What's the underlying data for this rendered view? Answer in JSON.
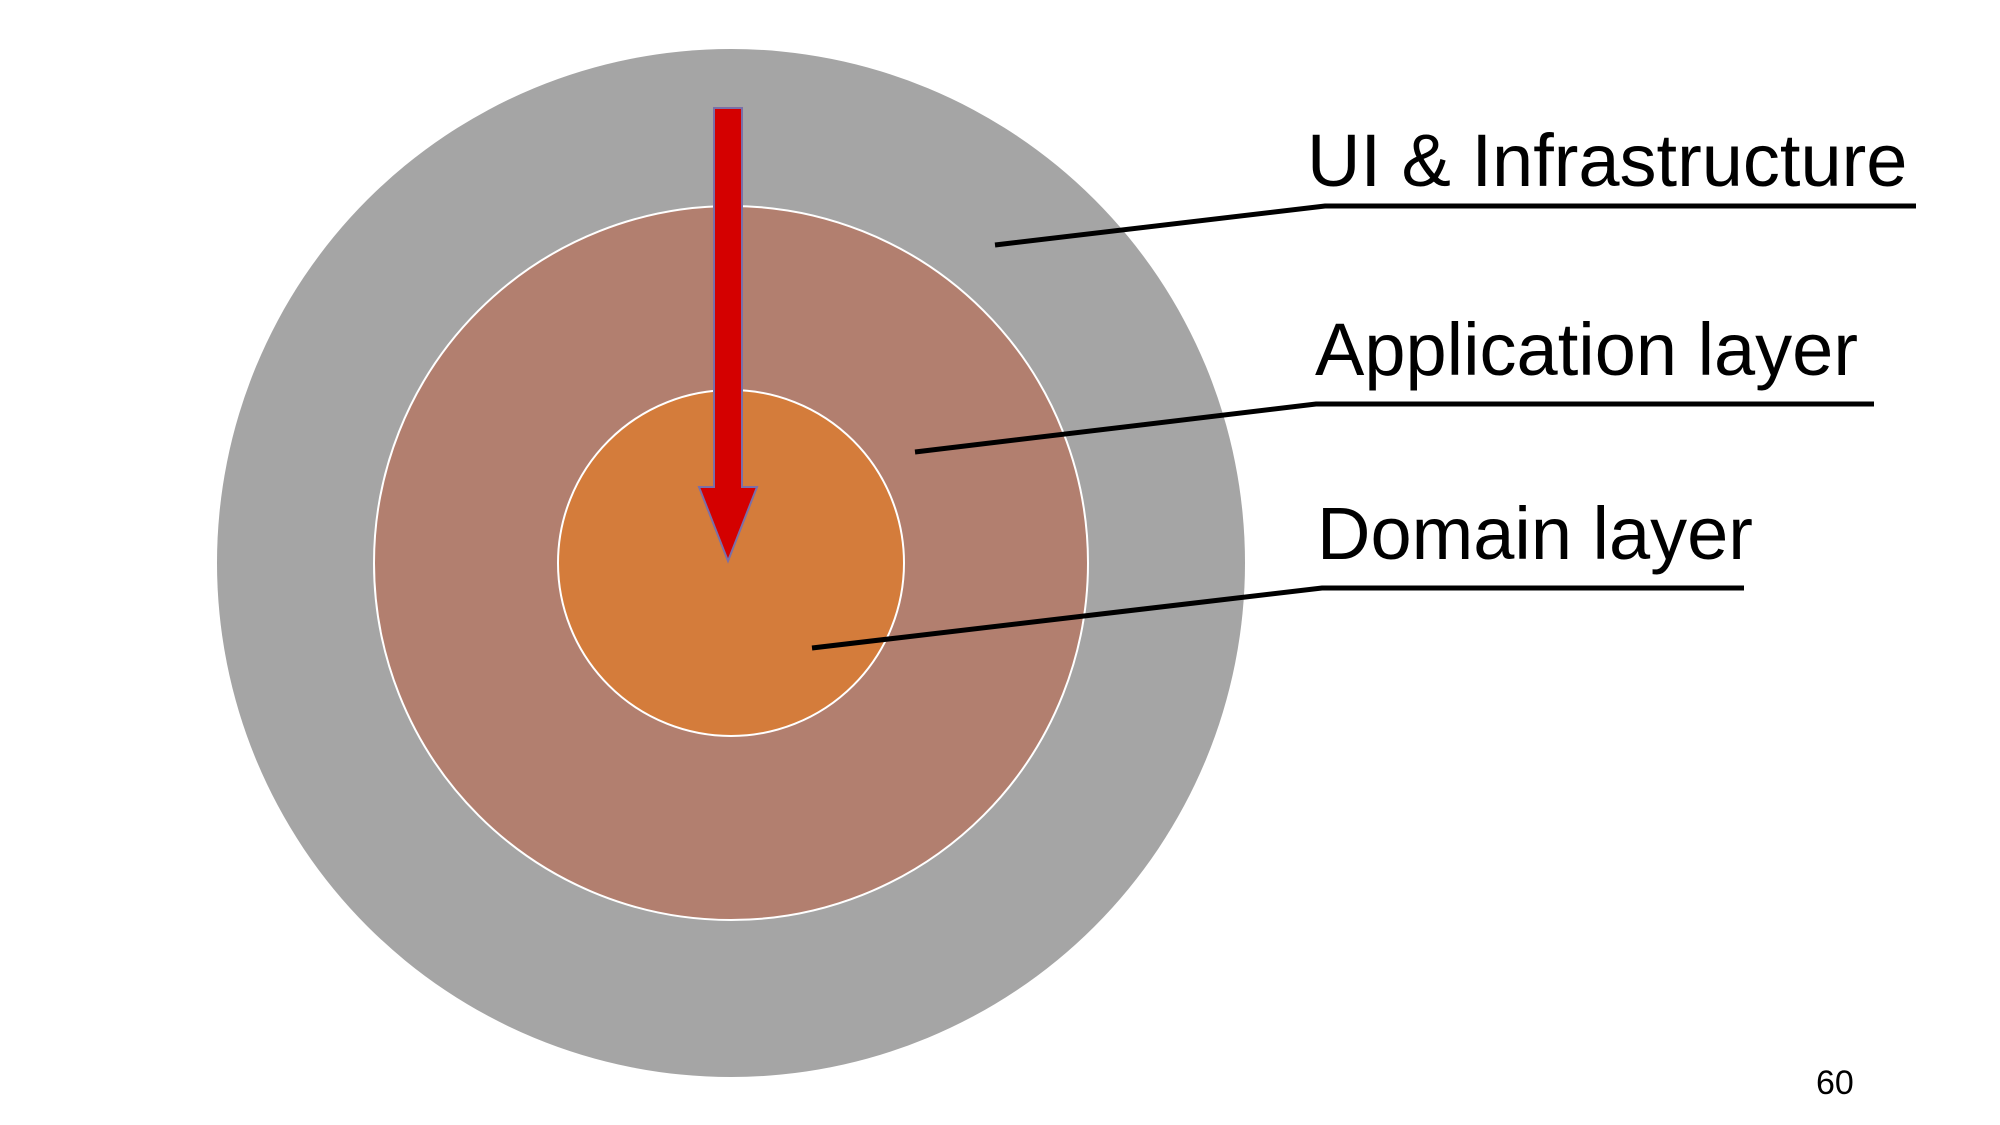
{
  "diagram": {
    "layers": [
      {
        "id": "outer",
        "label": "UI & Infrastructure",
        "color": "#a5a5a5"
      },
      {
        "id": "middle",
        "label": "Application layer",
        "color": "#b27f6f"
      },
      {
        "id": "inner",
        "label": "Domain layer",
        "color": "#d47c3b"
      }
    ],
    "dependency_arrow": {
      "direction": "inward",
      "color": "#d40000",
      "outline_color": "#7a6fa8"
    },
    "ring_border_color": "#ffffff",
    "leader_line_color": "#000000"
  },
  "page_number": "60"
}
